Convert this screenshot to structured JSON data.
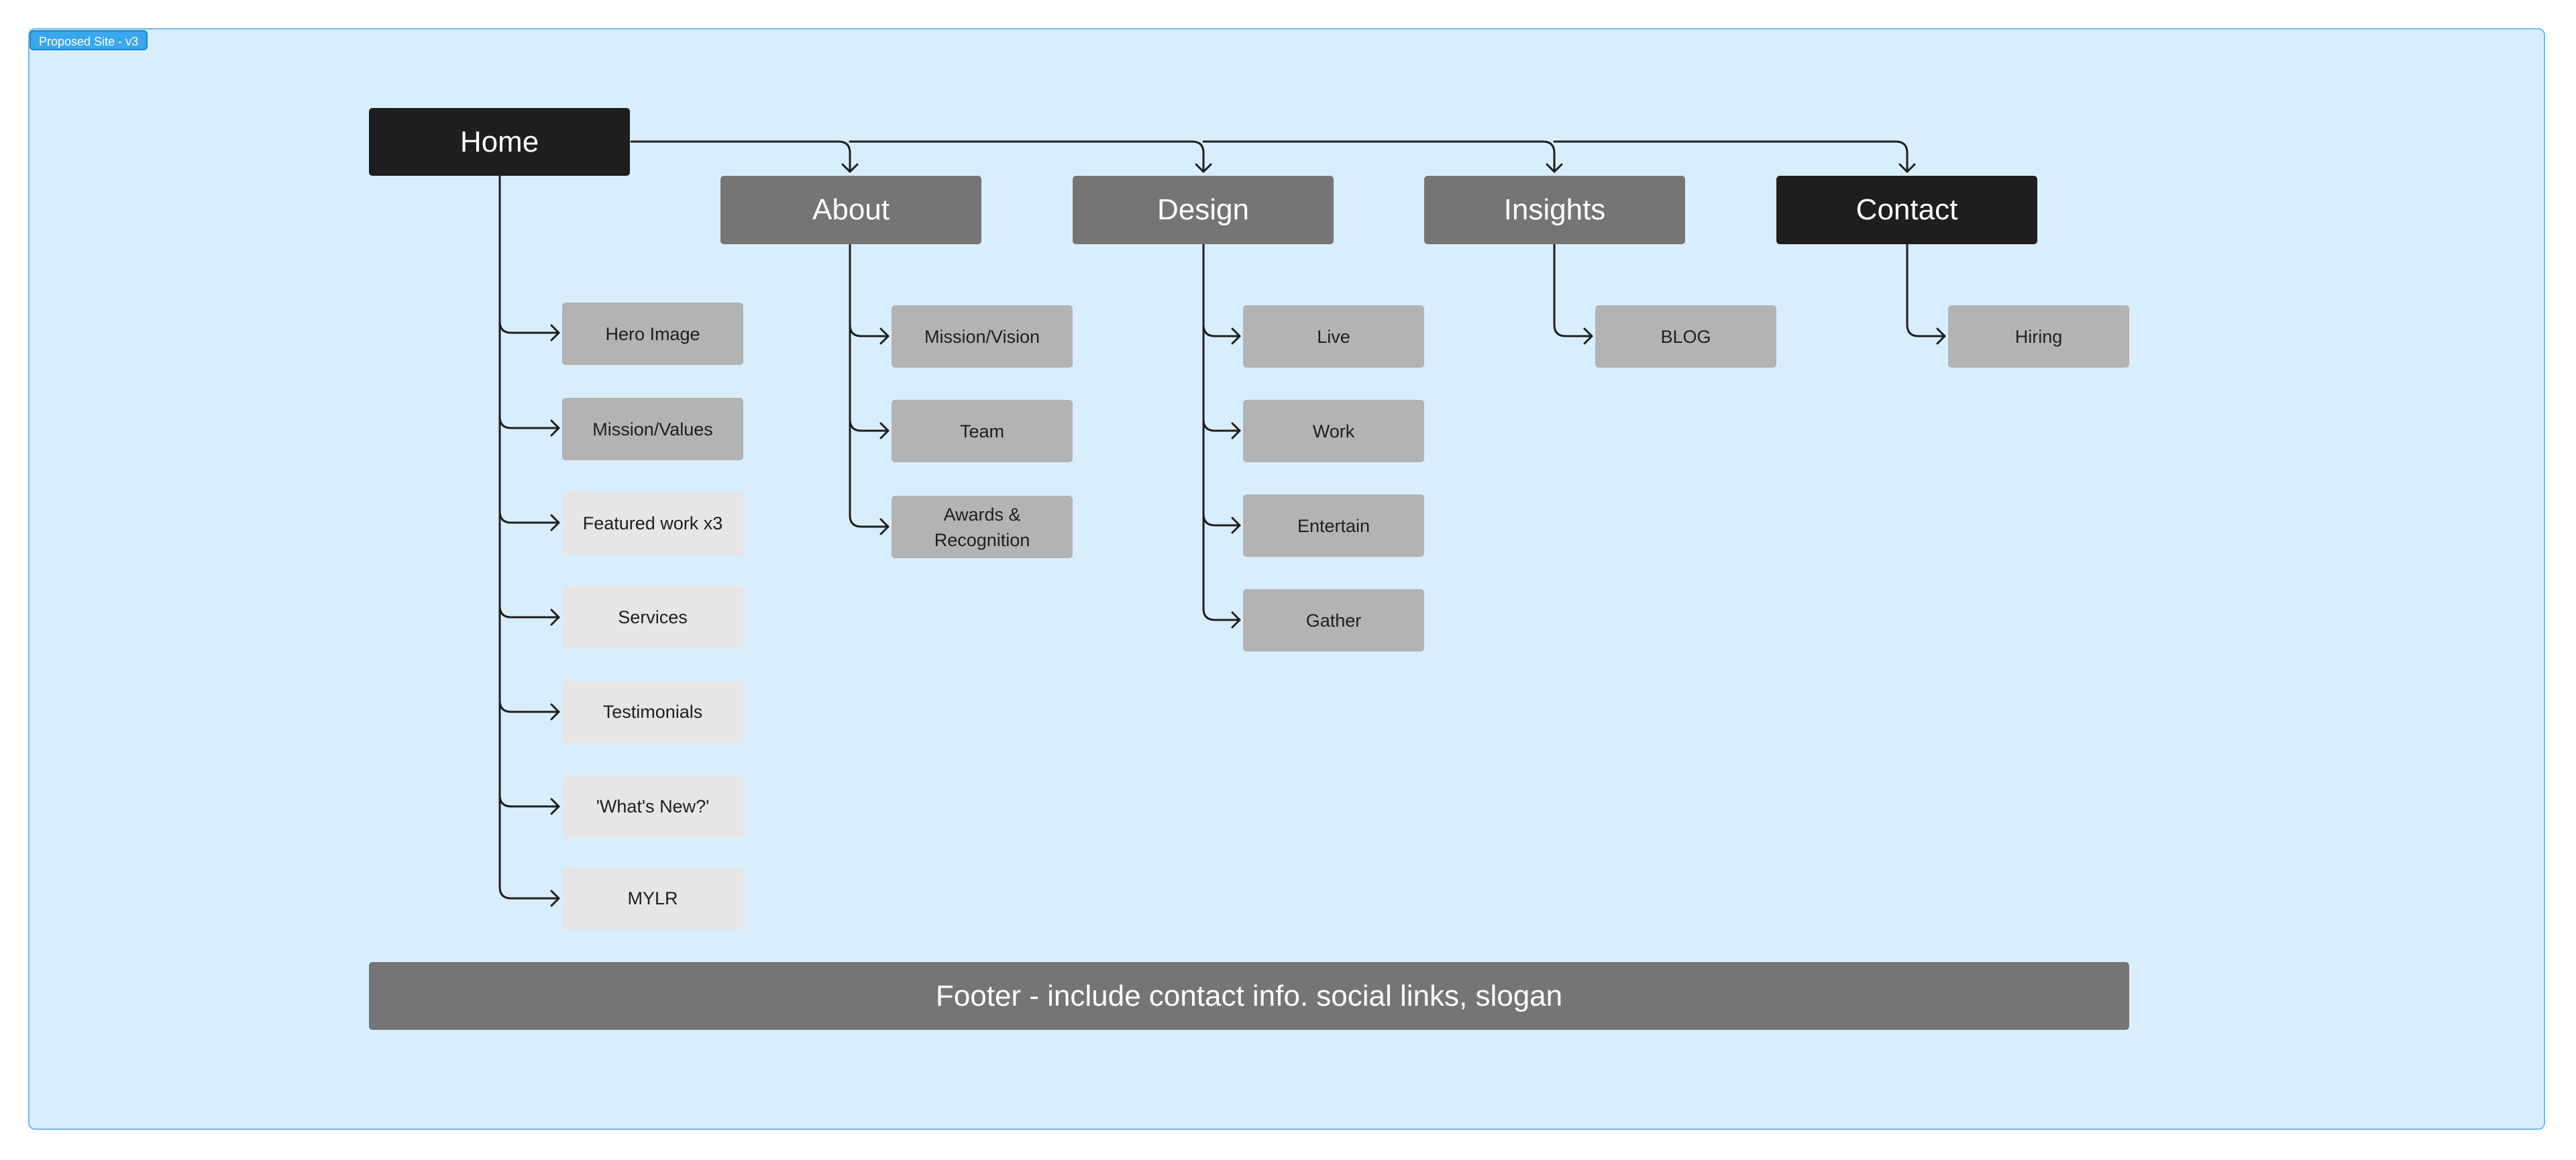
{
  "frame": {
    "label": "Proposed Site - v3",
    "background": "#d9eefd",
    "border_color": "#71b9ec"
  },
  "colors": {
    "primary_node": "#1e1e1e",
    "secondary_node": "#757575",
    "leaf_node": "#b3b3b3",
    "section_node": "#e6e6e6",
    "connector": "#1e1e1e"
  },
  "nodes": {
    "home": "Home",
    "about": "About",
    "design": "Design",
    "insights": "Insights",
    "contact": "Contact",
    "footer": "Footer - include contact info. social links, slogan"
  },
  "home_sections": [
    "Hero Image",
    "Mission/Values",
    "Featured work x3",
    "Services",
    "Testimonials",
    "'What's New?'",
    "MYLR"
  ],
  "about_pages": [
    "Mission/Vision",
    "Team",
    "Awards & Recognition"
  ],
  "design_pages": [
    "Live",
    "Work",
    "Entertain",
    "Gather"
  ],
  "insights_pages": [
    "BLOG"
  ],
  "contact_pages": [
    "Hiring"
  ]
}
